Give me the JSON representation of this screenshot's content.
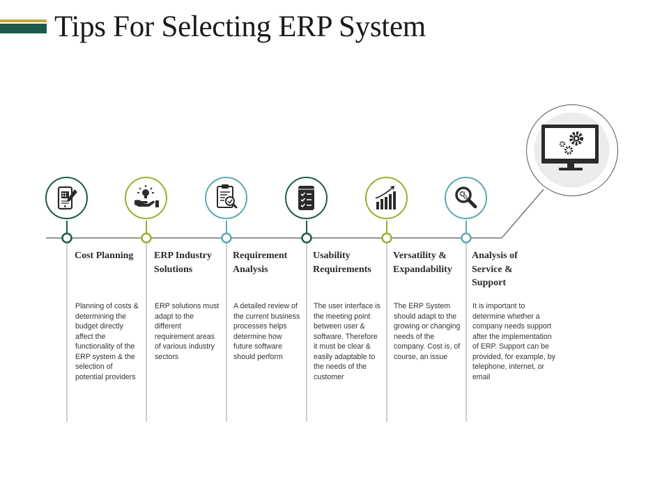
{
  "slide": {
    "title": "Tips For Selecting ERP System"
  },
  "colors": {
    "dark_green": "#1d5a4e",
    "olive": "#9cae2f",
    "teal": "#5fa9ac",
    "gold": "#c7a43c"
  },
  "steps": [
    {
      "title": "Cost Planning",
      "description": "Planning of costs & determining the budget directly affect the functionality of the ERP system & the selection of potential providers",
      "icon": "tablet-calculator-icon",
      "color": "#1d5a4e"
    },
    {
      "title": "ERP Industry Solutions",
      "description": "ERP solutions must adapt to the different requirement areas of various industry sectors",
      "icon": "hand-lightbulb-icon",
      "color": "#9cae2f"
    },
    {
      "title": "Requirement Analysis",
      "description": "A detailed review of the current business processes helps determine how future software should perform",
      "icon": "clipboard-magnifier-icon",
      "color": "#5fa9ac"
    },
    {
      "title": "Usability Requirements",
      "description": "The user interface is the meeting point between user & software. Therefore it must be clear & easily adaptable to the needs of the customer",
      "icon": "checklist-icon",
      "color": "#1d5a4e"
    },
    {
      "title": "Versatility & Expandability",
      "description": "The ERP System should adapt to the growing or changing needs of the company. Cost is, of course, an issue",
      "icon": "growth-chart-icon",
      "color": "#9cae2f"
    },
    {
      "title": "Analysis of Service & Support",
      "description": "It is important to determine whether a company needs support after the implementation of ERP. Support can be provided, for example, by telephone, internet, or email",
      "icon": "magnifier-gear-icon",
      "color": "#5fa9ac"
    }
  ],
  "feature": {
    "icon": "monitor-gears-icon"
  }
}
